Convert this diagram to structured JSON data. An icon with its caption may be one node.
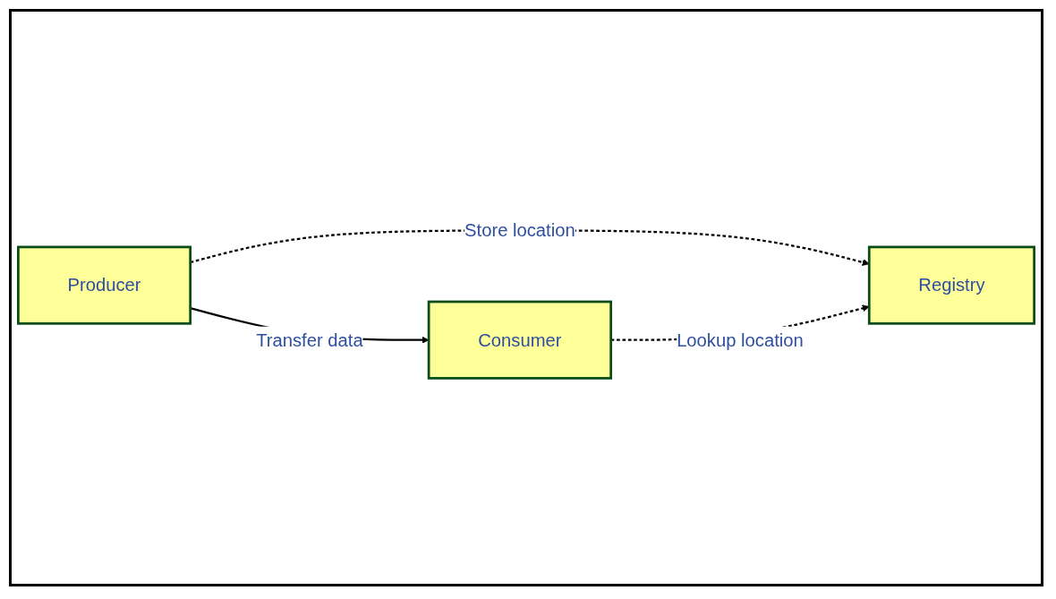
{
  "diagram": {
    "nodes": [
      {
        "text": [
          "Producer"
        ]
      },
      {
        "text": [
          "Registry"
        ]
      },
      {
        "text": [
          "Consumer"
        ]
      }
    ],
    "edges": [
      {
        "from": 0,
        "to": 1,
        "arrow": "to",
        "label": "Store location",
        "style": "dashed"
      },
      {
        "from": 0,
        "to": 2,
        "arrow": "to",
        "label": "Transfer data"
      },
      {
        "from": 2,
        "to": 1,
        "arrow": "to",
        "label": "Lookup location",
        "style": "dashed"
      }
    ]
  }
}
